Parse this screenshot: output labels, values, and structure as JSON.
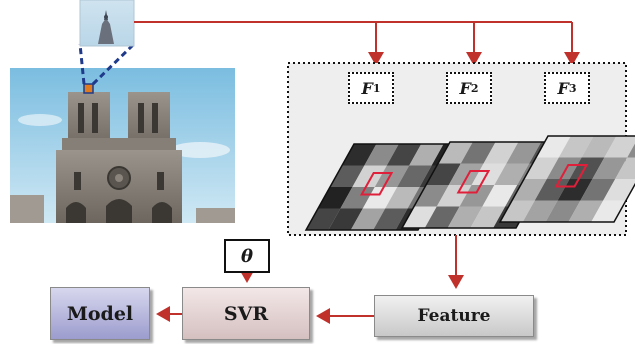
{
  "nodes": {
    "model": "Model",
    "svr": "SVR",
    "feature": "Feature",
    "theta": "θ",
    "f1": {
      "base": "F",
      "sub": "1"
    },
    "f2": {
      "base": "F",
      "sub": "2"
    },
    "f3": {
      "base": "F",
      "sub": "3"
    }
  },
  "colors": {
    "arrow": "#c0312b",
    "highlight": "#e0203a",
    "zoom_dash": "#1f3a8a",
    "sky": "#8ec8e4"
  },
  "feature_maps": [
    {
      "name": "F1",
      "cells": [
        [
          0.15,
          0.55,
          0.25,
          0.7,
          0.1
        ],
        [
          0.35,
          0.85,
          0.6,
          0.4,
          0.2
        ],
        [
          0.1,
          0.5,
          0.95,
          0.75,
          0.45
        ],
        [
          0.25,
          0.2,
          0.65,
          0.35,
          0.15
        ]
      ]
    },
    {
      "name": "F2",
      "cells": [
        [
          0.75,
          0.45,
          0.85,
          0.6,
          0.3
        ],
        [
          0.25,
          0.65,
          0.9,
          0.7,
          0.5
        ],
        [
          0.55,
          0.85,
          0.6,
          0.95,
          0.4
        ],
        [
          0.9,
          0.4,
          0.7,
          0.8,
          0.2
        ]
      ]
    },
    {
      "name": "F3",
      "cells": [
        [
          0.95,
          0.8,
          0.75,
          0.85,
          0.55
        ],
        [
          0.85,
          0.55,
          0.3,
          0.6,
          0.8
        ],
        [
          0.7,
          0.35,
          0.15,
          0.45,
          0.9
        ],
        [
          0.8,
          0.65,
          0.55,
          0.7,
          0.95
        ]
      ]
    }
  ]
}
